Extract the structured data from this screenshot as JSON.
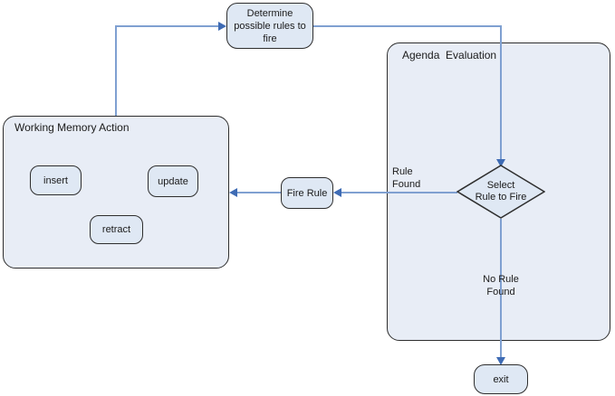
{
  "colors": {
    "container_fill": "#e8edf6",
    "node_fill": "#dfe8f4",
    "border": "#2e2e2e",
    "connector_line": "#7fa0d1",
    "arrowhead": "#3e6bb4",
    "text": "#1a1a1a"
  },
  "diagram": {
    "containers": {
      "working_memory": {
        "title": "Working Memory Action"
      },
      "agenda": {
        "title": "Agenda  Evaluation"
      }
    },
    "nodes": {
      "determine": {
        "lines": [
          "Determine",
          "possible rules to",
          "fire"
        ]
      },
      "insert": {
        "label": "insert"
      },
      "update": {
        "label": "update"
      },
      "retract": {
        "label": "retract"
      },
      "fire_rule": {
        "label": "Fire Rule"
      },
      "select_rule": {
        "lines": [
          "Select",
          "Rule to Fire"
        ]
      },
      "exit": {
        "label": "exit"
      }
    },
    "edge_labels": {
      "rule_found": {
        "lines": [
          "Rule",
          "Found"
        ]
      },
      "no_rule_found": {
        "lines": [
          "No Rule",
          "Found"
        ]
      }
    }
  }
}
